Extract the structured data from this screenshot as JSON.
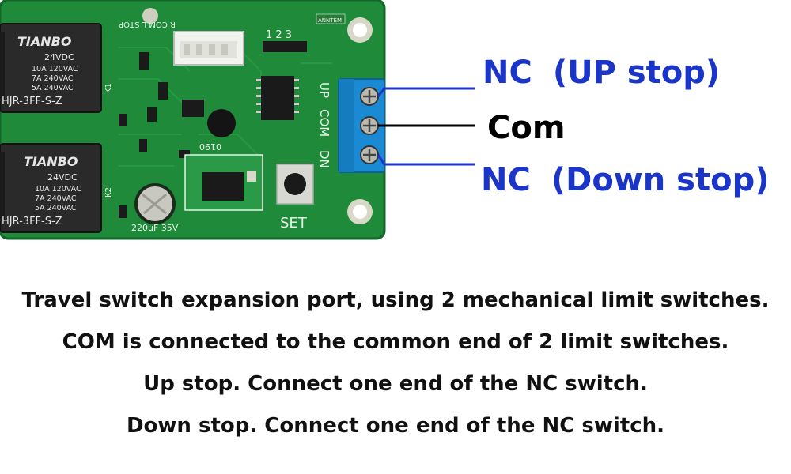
{
  "board": {
    "relay_brand": "TIANBO",
    "relay_coil": "24VDC",
    "relay_rating_1": "10A 120VAC",
    "relay_rating_2": "7A  240VAC",
    "relay_rating_3": "5A  240VAC",
    "relay_model": "HJR-3FF-S-Z",
    "relay_k1": "K1",
    "relay_k2": "K2",
    "connector_silk": "R COM L  STOP",
    "jumper_silk": "1 2 3",
    "board_id": "ANNTEM",
    "term_up": "UP",
    "term_com": "COM",
    "term_dn": "DN",
    "button_silk": "SET",
    "module_silk": "0190",
    "cap_silk": "220uF 35V"
  },
  "labels": {
    "nc": "NC",
    "up_stop": "(UP stop)",
    "com": "Com",
    "down_stop": "(Down stop)"
  },
  "captions": [
    "Travel switch expansion port, using 2 mechanical limit switches.",
    "COM is connected to the common end of 2 limit switches.",
    "Up stop. Connect one end of the NC switch.",
    "Down stop. Connect one end of the NC switch."
  ],
  "colors": {
    "pcb": "#1f8a3a",
    "terminal_block": "#1a8ad4",
    "label_blue": "#1a35c8",
    "wire_blue": "#1a35c8",
    "wire_black": "#000000"
  }
}
